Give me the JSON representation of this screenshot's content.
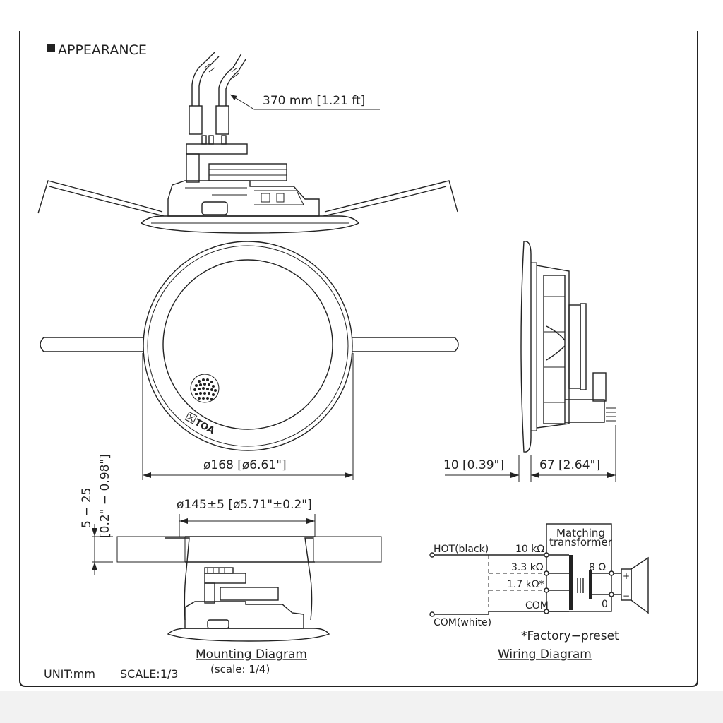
{
  "header": {
    "title": "APPEARANCE"
  },
  "dimensions": {
    "cable": "370 mm [1.21 ft]",
    "diameter": "ø168 [ø6.61\"]",
    "front_depth": "10 [0.39\"]",
    "depth": "67 [2.64\"]",
    "cutout": "ø145±5 [ø5.71\"±0.2\"]",
    "ceiling_top": "5 − 25",
    "ceiling_bottom": "[0.2\" − 0.98\"]"
  },
  "brand": {
    "logo_text": "TOA"
  },
  "captions": {
    "mounting_title": "Mounting Diagram",
    "mounting_scale": "(scale: 1/4)",
    "wiring_title": "Wiring Diagram"
  },
  "wiring": {
    "transformer_line1": "Matching",
    "transformer_line2": "transformer",
    "hot": "HOT(black)",
    "com_wire": "COM(white)",
    "taps": [
      "10 kΩ",
      "3.3 kΩ",
      "1.7 kΩ*",
      "COM"
    ],
    "secondary": "8  Ω",
    "zero": "0",
    "plus": "+",
    "minus": "−",
    "note": "*Factory−preset"
  },
  "footer": {
    "unit": "UNIT:mm",
    "scale": "SCALE:1/3"
  }
}
